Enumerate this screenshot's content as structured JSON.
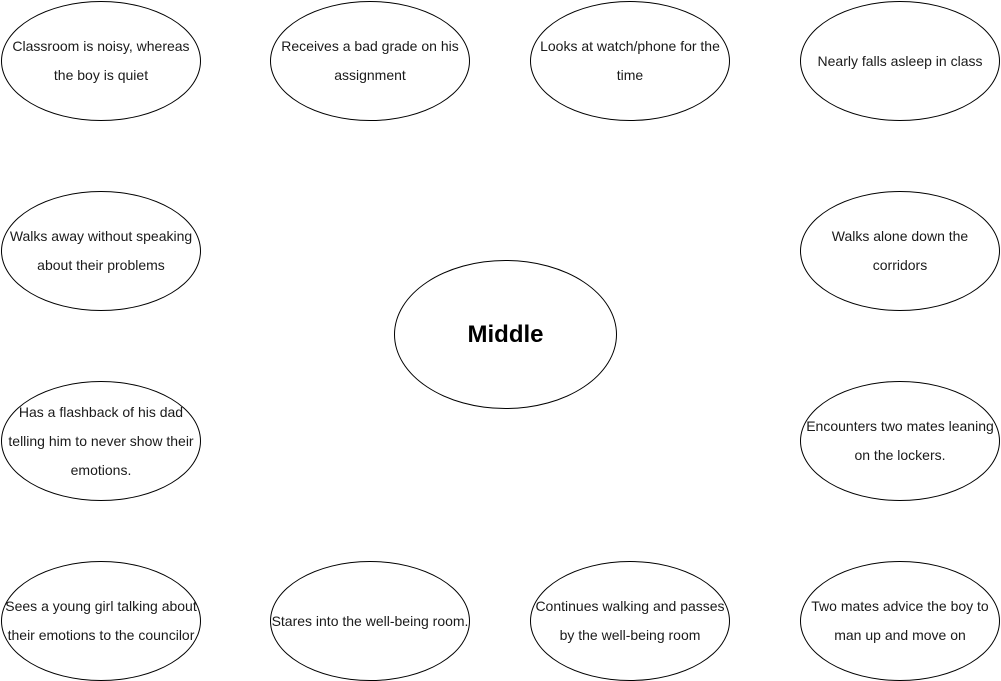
{
  "center": {
    "label": "Middle"
  },
  "nodes": [
    "Classroom is noisy, whereas the boy is quiet",
    "Receives a bad grade on his assignment",
    "Looks at watch/phone for the time",
    "Nearly falls asleep in class",
    "Walks away without speaking about their problems",
    "Walks alone down the corridors",
    "Has a flashback of his dad telling him to never show their emotions.",
    "Encounters two mates leaning on the lockers.",
    "Sees a young girl talking about their emotions to the councilor",
    "Stares into the well-being room.",
    "Continues walking and passes by the well-being room",
    "Two mates advice the boy to man up and move on"
  ]
}
